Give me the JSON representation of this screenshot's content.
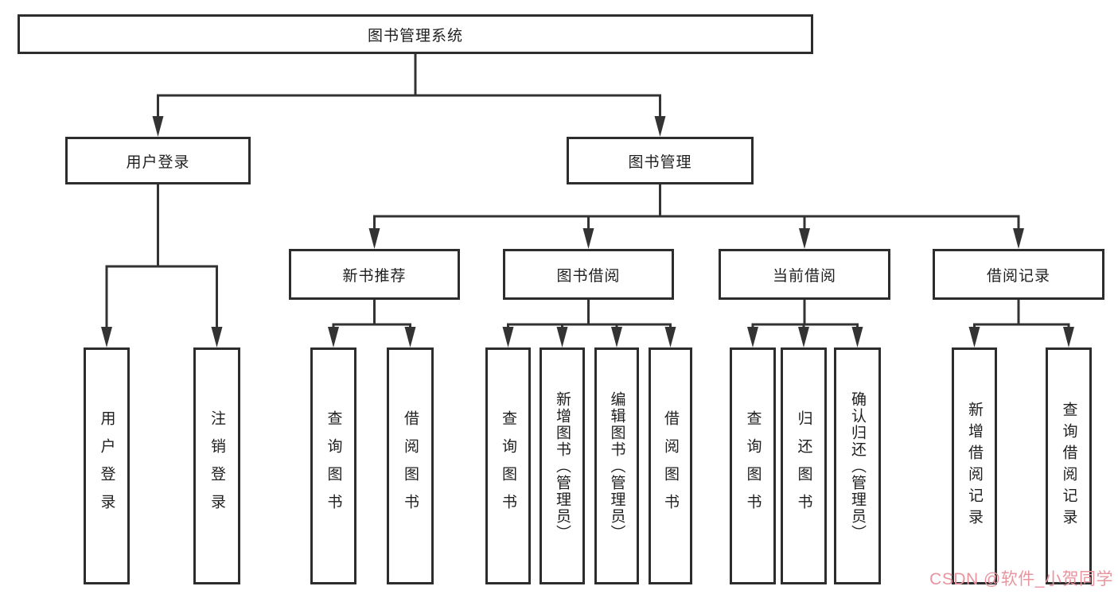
{
  "diagram": {
    "title": "图书管理系统",
    "root": "图书管理系统",
    "branches": {
      "user_login": "用户登录",
      "book_mgmt": "图书管理"
    },
    "modules": {
      "new_book_rec": "新书推荐",
      "book_borrow": "图书借阅",
      "current_borrow": "当前借阅",
      "borrow_record": "借阅记录"
    },
    "leaves": {
      "login_user_login": "用户登录",
      "login_logout": "注销登录",
      "rec_query_book": "查询图书",
      "rec_borrow_book": "借阅图书",
      "bb_query_book": "查询图书",
      "bb_add_book": "新增图书（管理员）",
      "bb_edit_book": "编辑图书（管理员）",
      "bb_borrow_book": "借阅图书",
      "cb_query_book": "查询图书",
      "cb_return_book": "归还图书",
      "cb_confirm_return": "确认归还（管理员）",
      "br_add_record": "新增借阅记录",
      "br_query_record": "查询借阅记录"
    }
  },
  "watermark": {
    "text": "CSDN @软件_小贺同学",
    "color": "#e8959f"
  },
  "colors": {
    "line": "#333333",
    "box_border": "#2d2d2d",
    "text": "#1f1f1f",
    "background": "#ffffff"
  }
}
